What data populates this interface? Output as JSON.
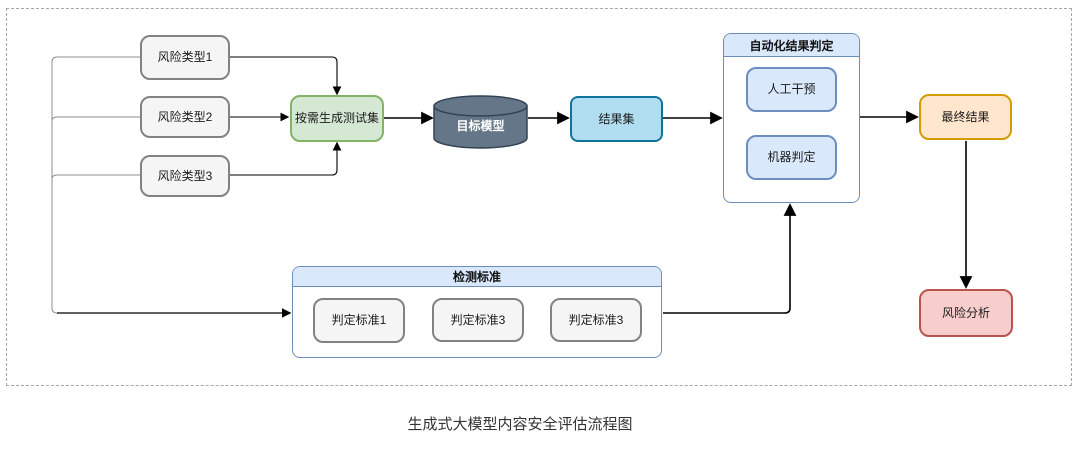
{
  "diagram": {
    "caption": "生成式大模型内容安全评估流程图",
    "nodes": {
      "risk_type_1": "风险类型1",
      "risk_type_2": "风险类型2",
      "risk_type_3": "风险类型3",
      "generate_test_set": "按需生成测试集",
      "target_model": "目标模型",
      "result_set": "结果集",
      "auto_judgement_title": "自动化结果判定",
      "manual_intervention": "人工干预",
      "machine_judgement": "机器判定",
      "final_result": "最终结果",
      "risk_analysis": "风险分析",
      "detection_standard_title": "检测标准",
      "judge_standard_1": "判定标准1",
      "judge_standard_2": "判定标准3",
      "judge_standard_3": "判定标准3"
    },
    "colors": {
      "gray_fill": "#f5f5f5",
      "gray_border": "#828282",
      "green_fill": "#d5e8d4",
      "green_border": "#82b366",
      "cylinder_fill": "#647687",
      "cylinder_border": "#314354",
      "blue_fill": "#b1ddf0",
      "blue_border": "#10739e",
      "lightblue_fill": "#dae8fc",
      "lightblue_border": "#6c8ebf",
      "orange_fill": "#ffe6cc",
      "orange_border": "#d79b00",
      "red_fill": "#f8cecc",
      "red_border": "#b85450",
      "connector": "#000000",
      "tree_connector": "#8c8c8c"
    }
  }
}
